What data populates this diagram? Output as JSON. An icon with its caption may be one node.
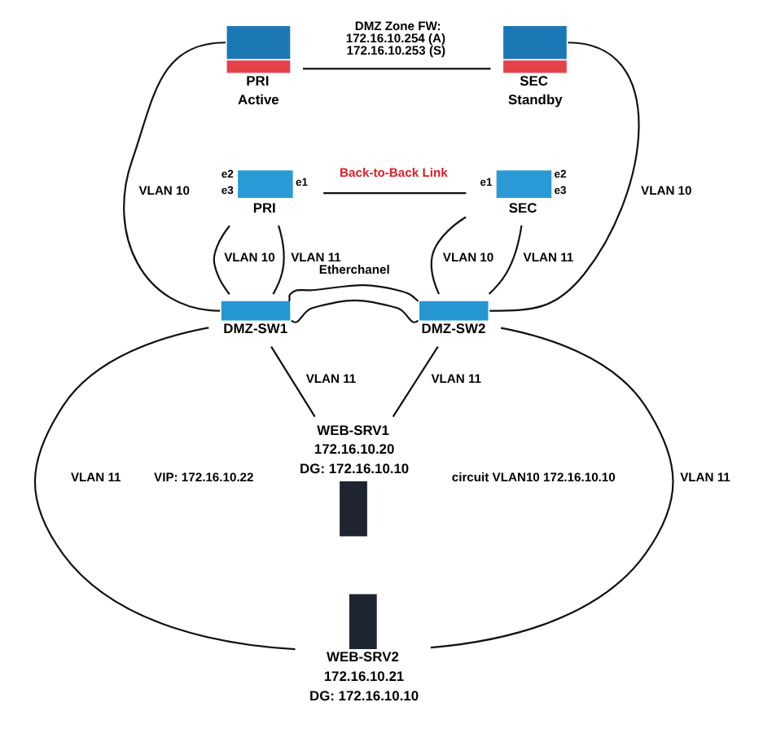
{
  "diagram": {
    "nodes": [
      {
        "text": [
          "PRI",
          "Active"
        ]
      },
      {
        "text": [
          "SEC",
          "Standby"
        ]
      },
      {
        "text": [
          "PRI"
        ],
        "beside": [
          "e2",
          "e1",
          "e3"
        ]
      },
      {
        "text": [
          "SEC"
        ],
        "beside": [
          "e1",
          "e2",
          "e3"
        ]
      },
      {
        "text": [
          "DMZ-SW1"
        ]
      },
      {
        "text": [
          "DMZ-SW2"
        ]
      },
      {
        "text": [
          "WEB-SRV1",
          "172.16.10.20",
          "DG: 172.16.10.10"
        ]
      },
      {
        "text": [
          "WEB-SRV2",
          "172.16.10.21",
          "DG: 172.16.10.10"
        ]
      }
    ],
    "edges": [
      {
        "from": 0,
        "to": 1,
        "arrow": "none",
        "label": "DMZ Zone FW: 172.16.10.254 (A) 172.16.10.253 (S)"
      },
      {
        "from": 0,
        "to": 4,
        "arrow": "none",
        "label": "VLAN 10"
      },
      {
        "from": 1,
        "to": 5,
        "arrow": "none",
        "label": "VLAN 10"
      },
      {
        "from": 2,
        "to": 4,
        "arrow": "none",
        "label": "VLAN 10"
      },
      {
        "from": 2,
        "to": 4,
        "arrow": "none",
        "label": "VLAN 11"
      },
      {
        "from": 2,
        "to": 3,
        "arrow": "none",
        "label": "Back-to-Back Link"
      },
      {
        "from": 3,
        "to": 5,
        "arrow": "none",
        "label": "VLAN 11"
      },
      {
        "from": 3,
        "to": 5,
        "arrow": "none",
        "label": "VLAN 10"
      },
      {
        "from": 4,
        "to": 5,
        "arrow": "none",
        "label": "Etherchanel"
      },
      {
        "from": 4,
        "to": 5,
        "arrow": "none"
      },
      {
        "from": 4,
        "to": 6,
        "arrow": "none",
        "label": "VLAN 11"
      },
      {
        "from": 4,
        "to": 7,
        "arrow": "none",
        "label": "VLAN 11"
      },
      {
        "from": 5,
        "to": 6,
        "arrow": "none",
        "label": "VLAN 11"
      },
      {
        "from": 5,
        "to": 7,
        "arrow": "none",
        "label": "VLAN 11"
      }
    ],
    "labels": [
      "circuit VLAN10 172.16.10.10",
      "VIP: 172.16.10.22"
    ]
  }
}
